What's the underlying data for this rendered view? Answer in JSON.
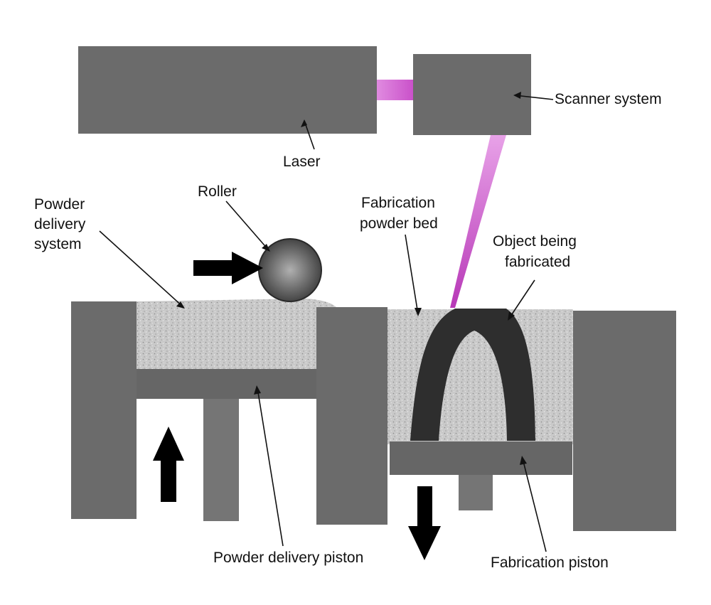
{
  "labels": {
    "laser": "Laser",
    "scanner_system": "Scanner system",
    "roller": "Roller",
    "powder_delivery_system": [
      "Powder",
      "delivery",
      "system"
    ],
    "fabrication_powder_bed": [
      "Fabrication",
      "powder bed"
    ],
    "object_being_fabricated": [
      "Object being",
      "fabricated"
    ],
    "powder_delivery_piston": "Powder delivery piston",
    "fabrication_piston": "Fabrication piston"
  },
  "colors": {
    "wall": "#6b6b6b",
    "piston_plate": "#666666",
    "piston_rod": "#757575",
    "powder": "#c9c9c9",
    "object": "#2e2e2e",
    "laser_beam": "#d65bd6",
    "arrow": "#000000"
  },
  "icons": {
    "push_arrow": "arrow-right-icon",
    "up_arrow": "arrow-up-icon",
    "down_arrow": "arrow-down-icon"
  }
}
